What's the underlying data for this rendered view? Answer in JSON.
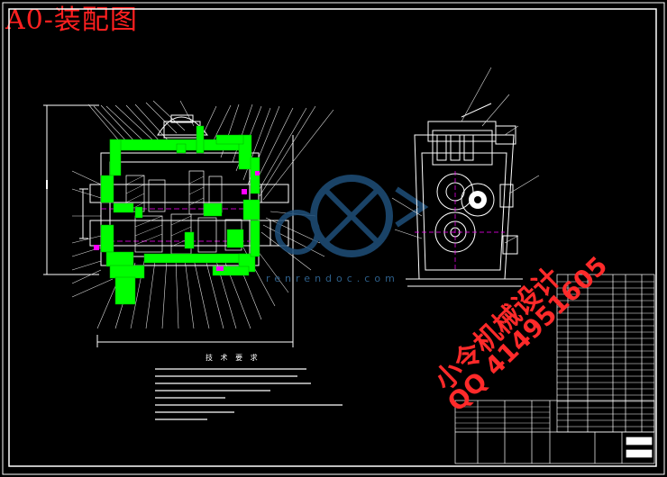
{
  "drawing": {
    "title": "A0-装配图",
    "watermark_line1": "小令机械设计",
    "watermark_line2": "QQ 414951605",
    "site_text": "renrendoc.com",
    "requirements_heading": "技 术 要 求"
  },
  "colors": {
    "background": "#000000",
    "line": "#ffffff",
    "part_fill": "#00ff00",
    "title_red": "#ff2020",
    "highlight_magenta": "#ff00ff",
    "logo_blue": "#1f4f7a"
  }
}
